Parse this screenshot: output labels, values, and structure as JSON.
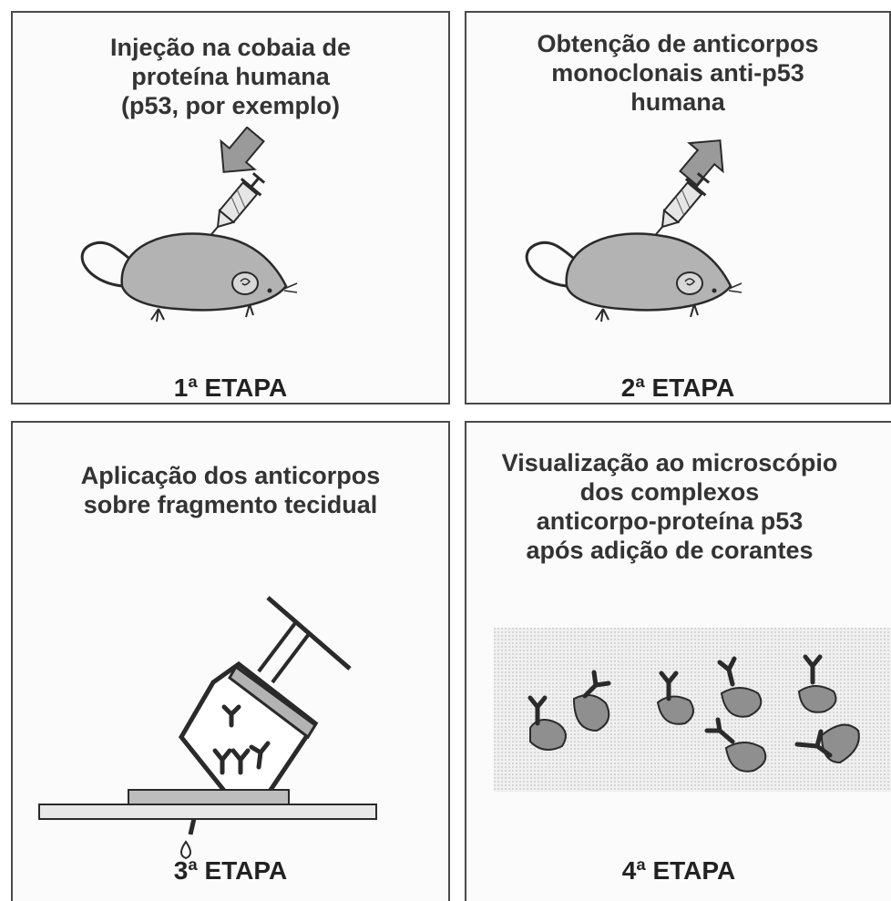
{
  "panels": [
    {
      "title": "Injeção na cobaia de\nproteína humana\n(p53, por exemplo)",
      "step": "1ª ETAPA"
    },
    {
      "title": "Obtenção de anticorpos\nmonoclonais anti-p53\nhumana",
      "step": "2ª ETAPA"
    },
    {
      "title": "Aplicação dos anticorpos\nsobre fragmento tecidual",
      "step": "3ª ETAPA"
    },
    {
      "title": "Visualização ao microscópio\ndos complexos\nanticorpo-proteína p53\napós adição de corantes",
      "step": "4ª ETAPA"
    }
  ],
  "colors": {
    "border": "#4a4a4a",
    "fill_gray": "#b3b3b3",
    "dark": "#2a2a2a"
  }
}
